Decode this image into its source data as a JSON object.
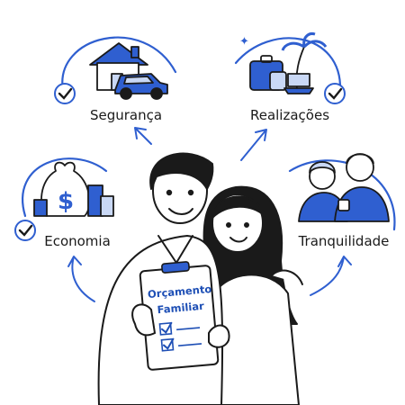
{
  "nodes": {
    "seguranca": "Segurança",
    "realizacoes": "Realizações",
    "economia": "Economia",
    "tranquilidade": "Tranquilidade"
  },
  "clipboard": {
    "line1": "Orçamento",
    "line2": "Familiar"
  },
  "colors": {
    "accent": "#2f5fd0",
    "ink": "#1a1a1a",
    "light_blue": "#c9d8f5"
  }
}
